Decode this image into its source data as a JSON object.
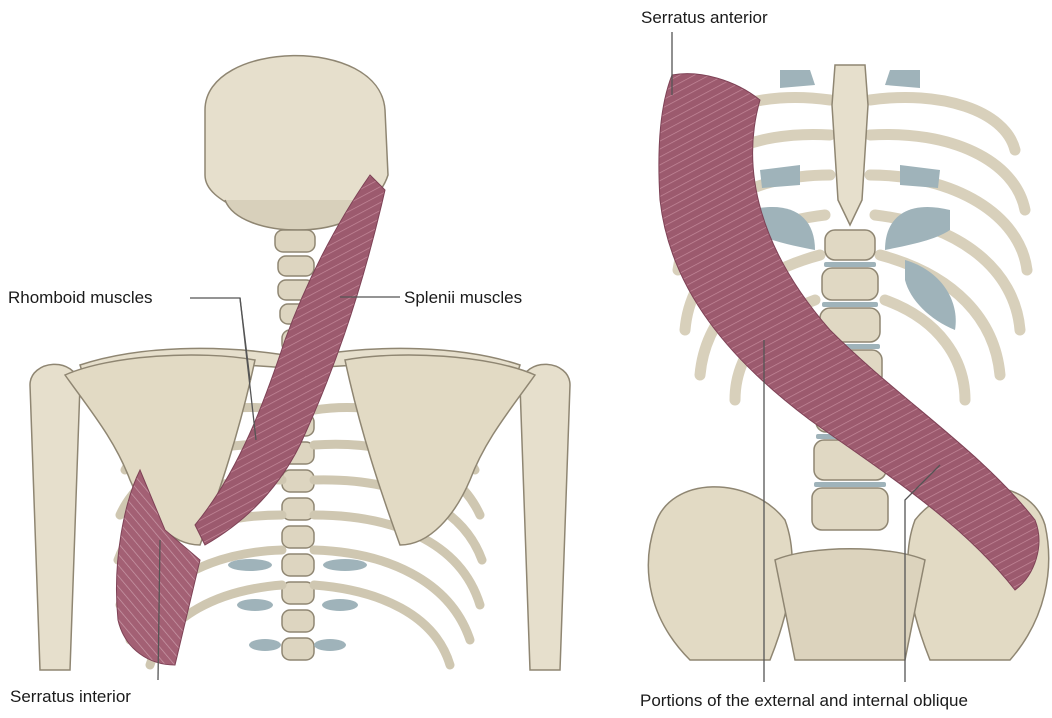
{
  "labels": {
    "serratus_anterior": "Serratus anterior",
    "rhomboid_muscles": "Rhomboid muscles",
    "splenii_muscles": "Splenii muscles",
    "serratus_interior": "Serratus interior",
    "obliques": "Portions of the external and internal oblique"
  },
  "colors": {
    "bone": "#e6dfcc",
    "bone_shadow": "#a99f86",
    "cartilage": "#9fb3ba",
    "muscle": "#9c5a6e",
    "muscle_striation": "#c4899a",
    "leader_line": "#555555"
  }
}
